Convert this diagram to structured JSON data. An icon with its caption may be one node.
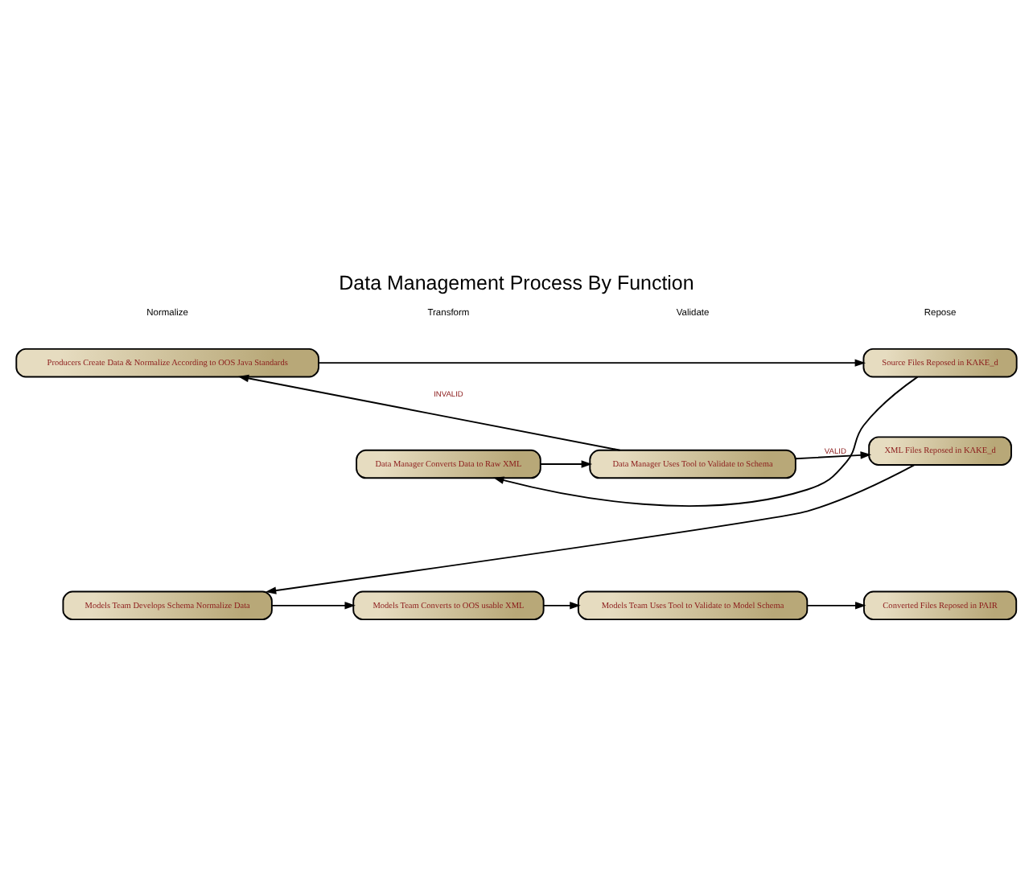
{
  "diagram": {
    "title": "Data Management Process By Function",
    "nodes": [
      {
        "text": [
          "Producers Create Data & Normalize According to OOS Java Standards"
        ]
      },
      {
        "text": [
          "Source Files Reposed in KAKE_d"
        ]
      },
      {
        "text": [
          "Data Manager Converts Data to Raw XML"
        ]
      },
      {
        "text": [
          "Data Manager Uses Tool to Validate to Schema"
        ]
      },
      {
        "text": [
          "XML Files Reposed in KAKE_d"
        ]
      },
      {
        "text": [
          "Models Team Develops Schema Normalize Data"
        ]
      },
      {
        "text": [
          "Models Team Converts to OOS usable XML"
        ]
      },
      {
        "text": [
          "Models Team Uses Tool to Validate to Model Schema"
        ]
      },
      {
        "text": [
          "Converted Files Reposed in PAIR"
        ]
      }
    ],
    "edges": [
      {
        "from": 0,
        "to": 1,
        "arrow": "to"
      },
      {
        "from": 1,
        "to": 2,
        "arrow": "to"
      },
      {
        "from": 2,
        "to": 3,
        "arrow": "to"
      },
      {
        "from": 3,
        "to": 4,
        "arrow": "to",
        "label": "VALID"
      },
      {
        "from": 3,
        "to": 0,
        "arrow": "to",
        "label": "INVALID"
      },
      {
        "from": 4,
        "to": 5,
        "arrow": "to"
      },
      {
        "from": 5,
        "to": 6,
        "arrow": "to"
      },
      {
        "from": 6,
        "to": 7,
        "arrow": "to"
      },
      {
        "from": 7,
        "to": 8,
        "arrow": "to"
      }
    ],
    "labels": [
      "Normalize",
      "Transform",
      "Validate",
      "Repose"
    ]
  }
}
